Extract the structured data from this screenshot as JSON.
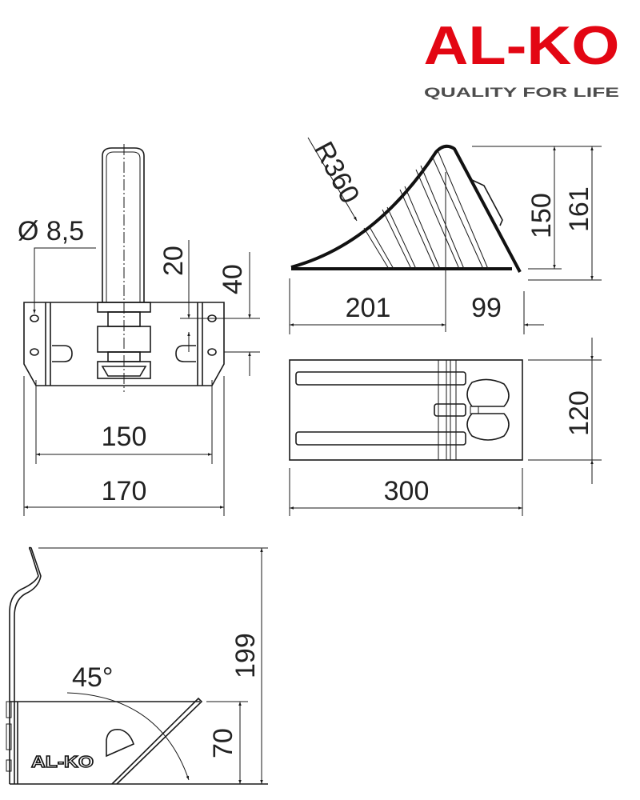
{
  "logo": {
    "brand": "AL-KO",
    "tagline": "QUALITY FOR LIFE",
    "brand_color": "#e30613",
    "tagline_color": "#4d4d4d"
  },
  "front_view": {
    "hole_diameter": "Ø 8,5",
    "dim_20": "20",
    "dim_40": "40",
    "dim_150": "150",
    "dim_170": "170"
  },
  "side_view": {
    "radius": "R360",
    "dim_150": "150",
    "dim_161": "161",
    "dim_201": "201",
    "dim_99": "99"
  },
  "top_view": {
    "dim_120": "120",
    "dim_300": "300"
  },
  "holder_view": {
    "angle": "45°",
    "dim_199": "199",
    "dim_70": "70",
    "stamp": "AL-KO"
  }
}
